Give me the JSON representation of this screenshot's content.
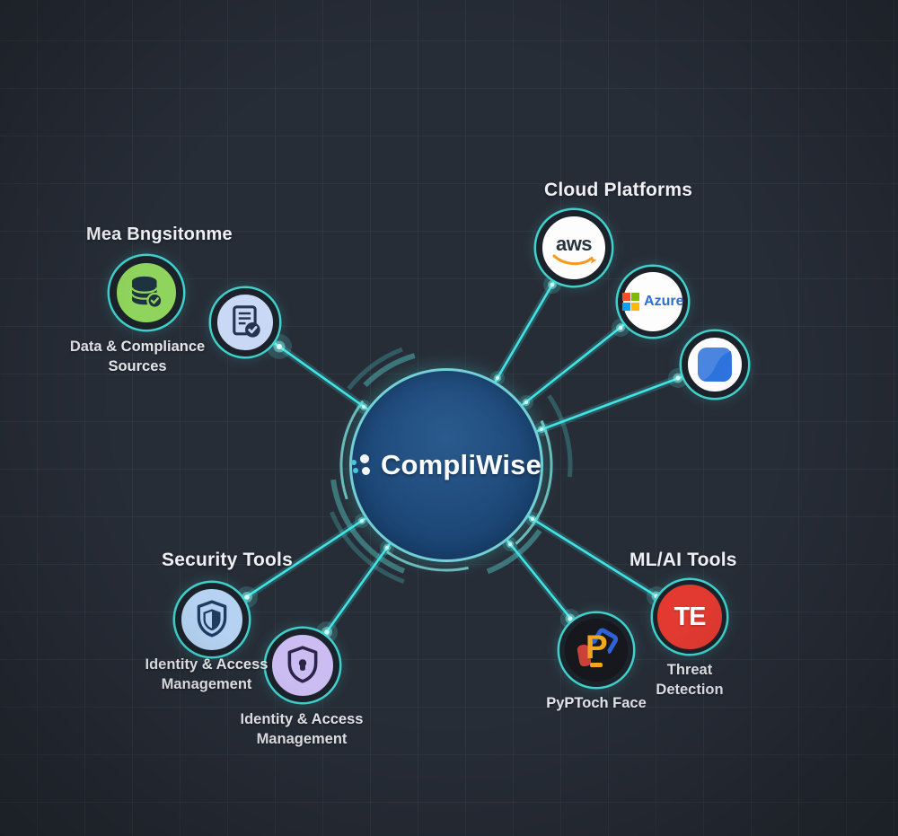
{
  "hub": {
    "label": "CompliWise",
    "logo_icon": "dot-cluster-icon",
    "fill": "#1e4a7a",
    "ring_color": "#46d8d6"
  },
  "sections": {
    "data_sources": {
      "title": "Mea Bngsitonme",
      "nodes": [
        {
          "icon": "database-check-icon",
          "label": "Data & Compliance Sources",
          "circle_color": "#8fd45c"
        },
        {
          "icon": "document-check-icon",
          "label": "",
          "circle_color": "#c9d8f5"
        }
      ]
    },
    "cloud": {
      "title": "Cloud Platforms",
      "nodes": [
        {
          "icon": "aws-logo",
          "text": "aws",
          "circle_color": "#fdfdfd"
        },
        {
          "icon": "azure-logo",
          "text": "Azure",
          "circle_color": "#fdfdfd"
        },
        {
          "icon": "blue-app-logo",
          "text": "",
          "circle_color": "#fdfdfd"
        }
      ]
    },
    "security": {
      "title": "Security Tools",
      "nodes": [
        {
          "icon": "shield-half-icon",
          "label": "Identity & Access Management",
          "circle_color": "#b5d2f2"
        },
        {
          "icon": "shield-lock-icon",
          "label": "Identity & Access Management",
          "circle_color": "#cbbcf2"
        }
      ]
    },
    "mlai": {
      "title": "ML/AI Tools",
      "nodes": [
        {
          "icon": "pytorch-logo",
          "text": "P",
          "label": "PyPToch Face",
          "circle_color": "#16181d"
        },
        {
          "icon": "te-badge",
          "text": "TE",
          "label": "Threat Detection",
          "circle_color": "#e23a31"
        }
      ]
    }
  },
  "connections": [
    "hub-document-node",
    "hub-aws-node",
    "hub-azure-node",
    "hub-blueapp-node",
    "hub-shield-blue-node",
    "hub-shield-purple-node",
    "hub-pytorch-node",
    "hub-threat-node"
  ],
  "colors": {
    "background": "#272d37",
    "grid_line": "rgba(255,255,255,0.045)",
    "line": "#41e3e4",
    "arc": "#58cfcc",
    "heading_text": "#edf1f4",
    "label_text": "#e3e7ea",
    "azure_squares": [
      "#f25022",
      "#7fba00",
      "#00a4ef",
      "#ffb900"
    ],
    "aws_smile": "#f8991d",
    "te_red": "#e23a31",
    "pytorch_yellow": "#f0a71f"
  }
}
